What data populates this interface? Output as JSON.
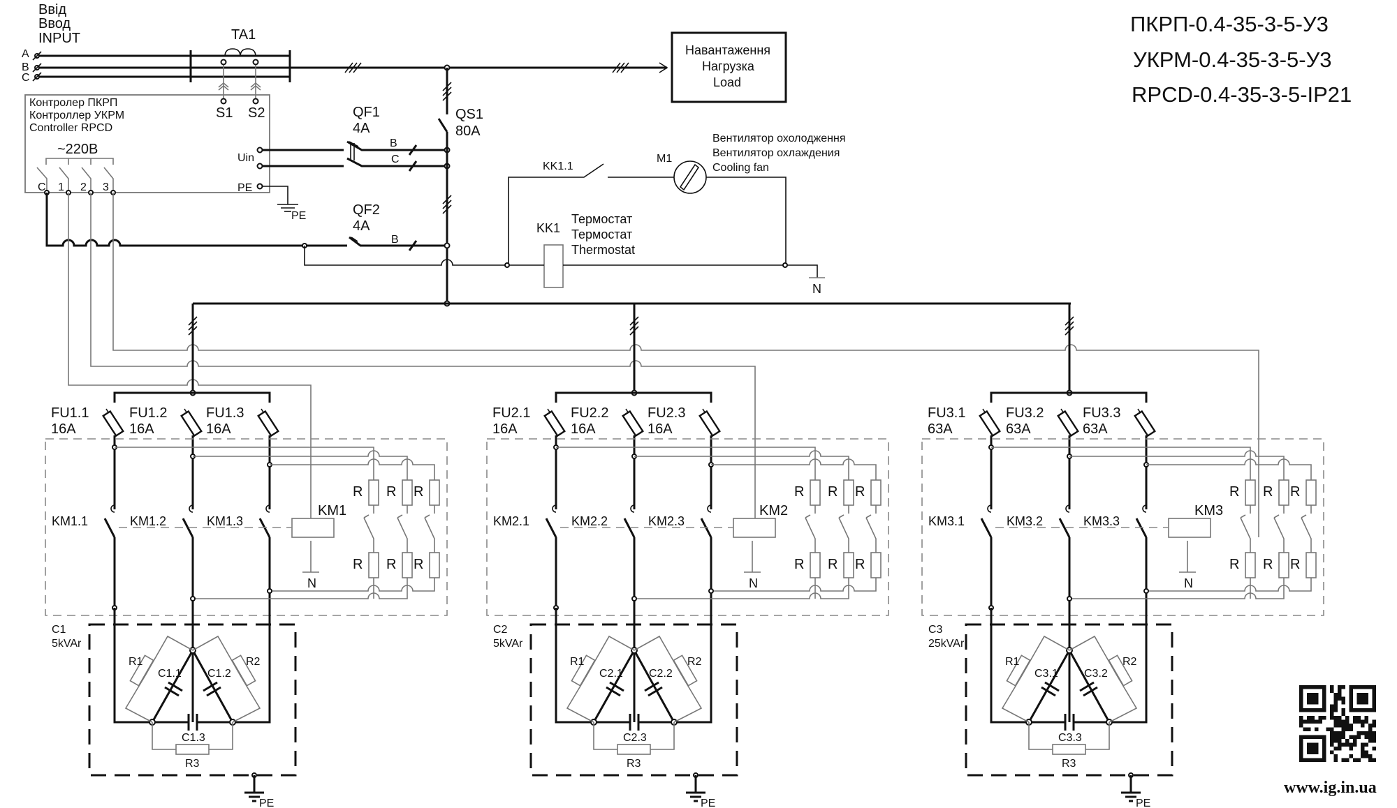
{
  "title": {
    "line1": "ПКРП-0.4-35-3-5-У3",
    "line2": "УКРМ-0.4-35-3-5-У3",
    "line3": "RPCD-0.4-35-3-5-IP21"
  },
  "input": {
    "label_ua": "Ввід",
    "label_ru": "Ввод",
    "label_en": "INPUT",
    "phases": [
      "A",
      "B",
      "C"
    ]
  },
  "current_transformer": {
    "name": "TA1",
    "s1": "S1",
    "s2": "S2"
  },
  "load": {
    "ua": "Навантаження",
    "ru": "Нагрузка",
    "en": "Load"
  },
  "controller": {
    "ua": "Контролер ПКРП",
    "ru": "Контроллер УКРМ",
    "en": "Controller RPCD",
    "supply": "~220B",
    "outputs": [
      "C",
      "1",
      "2",
      "3"
    ],
    "uin": "Uin",
    "pe": "PE"
  },
  "breakers": {
    "qf1": {
      "name": "QF1",
      "rating": "4A",
      "phase_b": "B",
      "phase_c": "C"
    },
    "qf2": {
      "name": "QF2",
      "rating": "4A",
      "phase_b": "B"
    },
    "qs1": {
      "name": "QS1",
      "rating": "80A"
    }
  },
  "fan": {
    "contact": "KK1.1",
    "motor": "M1",
    "ua": "Вентилятор охолодження",
    "ru": "Вентилятор охлаждения",
    "en": "Cooling fan"
  },
  "thermostat": {
    "name": "KK1",
    "ua": "Термостат",
    "ru": "Термостат",
    "en": "Thermostat",
    "neutral": "N"
  },
  "ground_label": "PE",
  "neutral_label": "N",
  "resistor_label": "R",
  "stages": [
    {
      "fuses": [
        {
          "name": "FU1.1",
          "rating": "16A"
        },
        {
          "name": "FU1.2",
          "rating": "16A"
        },
        {
          "name": "FU1.3",
          "rating": "16A"
        }
      ],
      "contacts": [
        "KM1.1",
        "KM1.2",
        "KM1.3"
      ],
      "coil": "KM1",
      "capacitor": {
        "name": "C1",
        "power": "5kVAr",
        "c1": "C1.1",
        "c2": "C1.2",
        "c3": "C1.3",
        "r1": "R1",
        "r2": "R2",
        "r3": "R3"
      }
    },
    {
      "fuses": [
        {
          "name": "FU2.1",
          "rating": "16A"
        },
        {
          "name": "FU2.2",
          "rating": "16A"
        },
        {
          "name": "FU2.3",
          "rating": "16A"
        }
      ],
      "contacts": [
        "KM2.1",
        "KM2.2",
        "KM2.3"
      ],
      "coil": "KM2",
      "capacitor": {
        "name": "C2",
        "power": "5kVAr",
        "c1": "C2.1",
        "c2": "C2.2",
        "c3": "C2.3",
        "r1": "R1",
        "r2": "R2",
        "r3": "R3"
      }
    },
    {
      "fuses": [
        {
          "name": "FU3.1",
          "rating": "63A"
        },
        {
          "name": "FU3.2",
          "rating": "63A"
        },
        {
          "name": "FU3.3",
          "rating": "63A"
        }
      ],
      "contacts": [
        "KM3.1",
        "KM3.2",
        "KM3.3"
      ],
      "coil": "KM3",
      "capacitor": {
        "name": "C3",
        "power": "25kVAr",
        "c1": "C3.1",
        "c2": "C3.2",
        "c3": "C3.3",
        "r1": "R1",
        "r2": "R2",
        "r3": "R3"
      }
    }
  ],
  "website": "www.ig.in.ua",
  "qr_code": "qr-code"
}
